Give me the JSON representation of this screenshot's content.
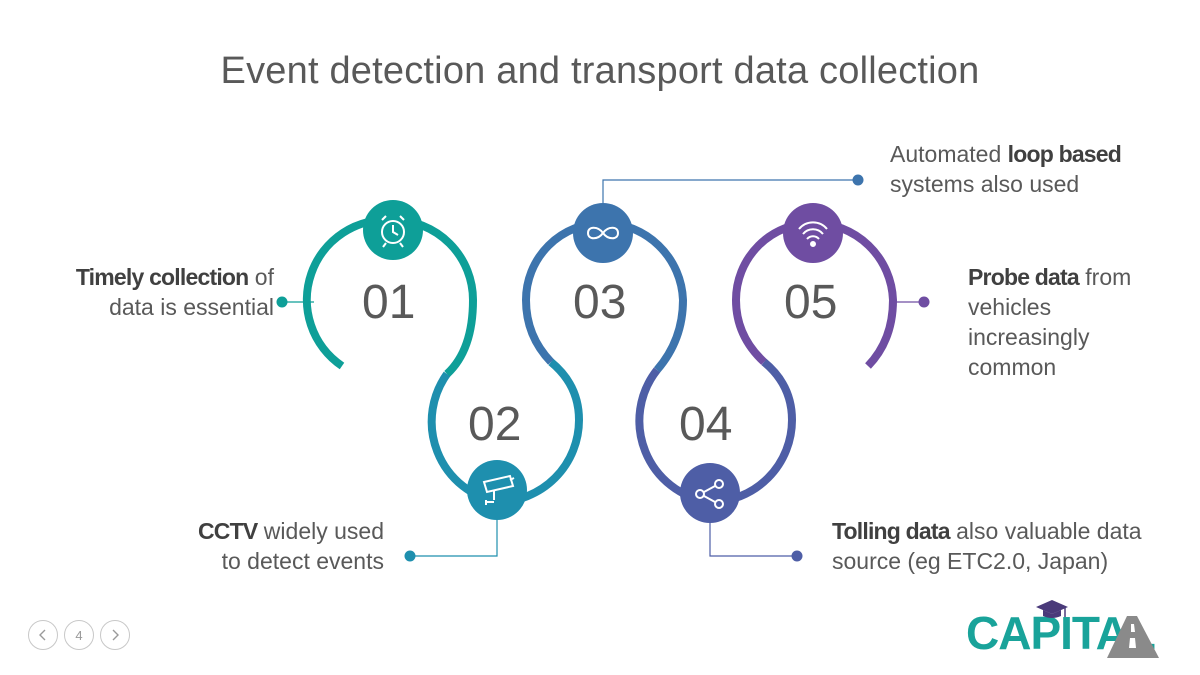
{
  "title": "Event detection and transport data collection",
  "colors": {
    "teal": "#0e9f98",
    "teal_blue": "#1e8fae",
    "blue": "#3d74ad",
    "indigo": "#4e5ea6",
    "purple": "#6f4da2",
    "text": "#595959",
    "bold_text": "#404040"
  },
  "steps": [
    {
      "number": "01",
      "icon": "alarm-clock-icon",
      "caption_bold": "Timely collection",
      "caption_rest": " of",
      "caption_line2": "data is essential"
    },
    {
      "number": "02",
      "icon": "cctv-camera-icon",
      "caption_bold": "CCTV",
      "caption_rest": " widely used",
      "caption_line2": "to detect events"
    },
    {
      "number": "03",
      "icon": "infinity-loop-icon",
      "caption_pre": "Automated ",
      "caption_bold": "loop based",
      "caption_line2": "systems also used"
    },
    {
      "number": "04",
      "icon": "share-nodes-icon",
      "caption_bold": "Tolling data",
      "caption_rest": " also valuable data",
      "caption_line2": "source (eg ETC2.0, Japan)"
    },
    {
      "number": "05",
      "icon": "wifi-signal-icon",
      "caption_bold": "Probe data",
      "caption_rest": " from",
      "caption_line2": "vehicles",
      "caption_line3": "increasingly",
      "caption_line4": "common"
    }
  ],
  "nav": {
    "page": "4",
    "prev_icon": "chevron-left-icon",
    "next_icon": "chevron-right-icon"
  },
  "logo": {
    "text": "CAPITAL",
    "icon": "graduation-cap-icon"
  }
}
